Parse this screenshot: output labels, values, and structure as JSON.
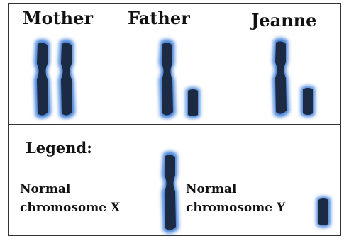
{
  "header": {
    "mother": "Mother",
    "father": "Father",
    "jeanne": "Jeanne"
  },
  "legend": {
    "title": "Legend:",
    "x_label_line1": "Normal",
    "x_label_line2": "chromosome X",
    "y_label_line1": "Normal",
    "y_label_line2": "chromosome Y"
  },
  "colors": {
    "chromosome_fill": "#1c2a44",
    "chromosome_glow": "#3f7fd8",
    "border": "#333333"
  }
}
